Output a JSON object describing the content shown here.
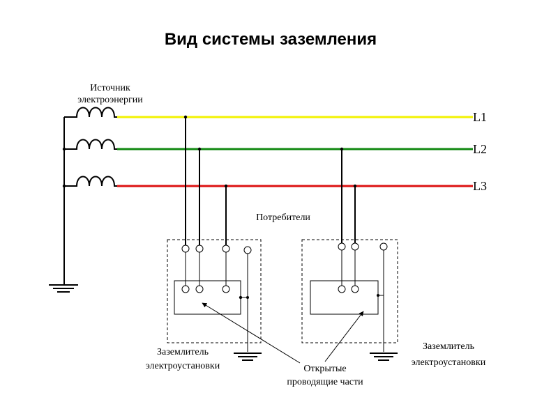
{
  "title": "Вид системы заземления",
  "source": {
    "line1": "Источник",
    "line2": "электроэнергии"
  },
  "phases": [
    {
      "label": "L1",
      "color": "#f2f200"
    },
    {
      "label": "L2",
      "color": "#118811"
    },
    {
      "label": "L3",
      "color": "#dd1111"
    }
  ],
  "consumers_label": "Потребители",
  "ground_electrode_left": {
    "line1": "Заземлитель",
    "line2": "электроустановки"
  },
  "ground_electrode_right": {
    "line1": "Заземлитель",
    "line2": "электроустановки"
  },
  "exposed_parts": {
    "line1": "Открытые",
    "line2": "проводящие части"
  }
}
